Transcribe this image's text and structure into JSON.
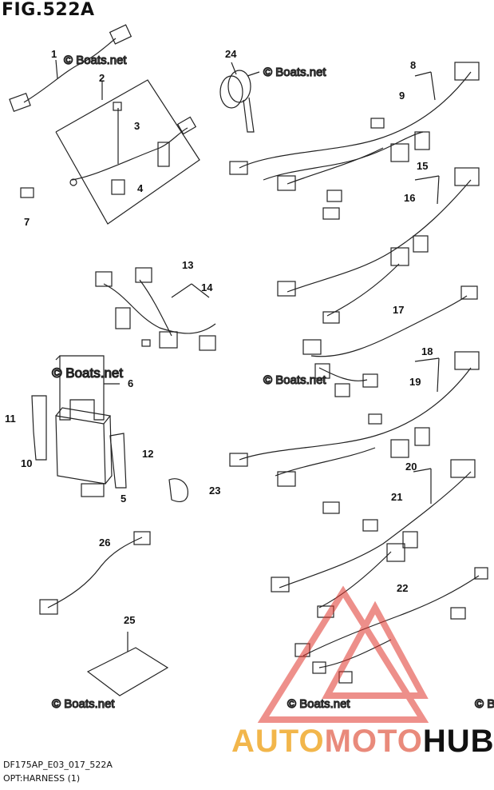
{
  "figure": {
    "title": "FIG.522A"
  },
  "footer": {
    "code": "DF175AP_E03_017_522A",
    "caption": "OPT:HARNESS (1)"
  },
  "watermark": {
    "text": "© Boats.net"
  },
  "brand": {
    "part1": "AUTO",
    "part2": "MOTO",
    "part3": "HUB"
  },
  "callouts": [
    "1",
    "2",
    "3",
    "4",
    "5",
    "6",
    "7",
    "8",
    "9",
    "10",
    "11",
    "12",
    "13",
    "14",
    "15",
    "16",
    "17",
    "18",
    "19",
    "20",
    "21",
    "22",
    "23",
    "24",
    "25",
    "26"
  ],
  "colors": {
    "line": "#222222",
    "brand_triangle": "#e0352c",
    "brand_gold": "#f2b64b",
    "brand_pink": "#e98a7b"
  }
}
